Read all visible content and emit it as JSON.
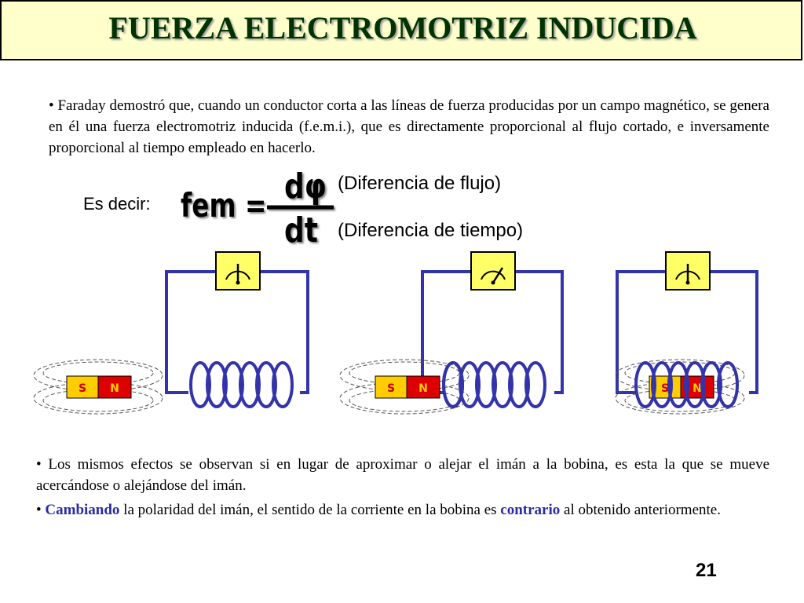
{
  "title": "FUERZA ELECTROMOTRIZ INDUCIDA",
  "paragraph1": "• Faraday demostró que, cuando un conductor corta a las líneas de fuerza producidas por un campo magnético, se genera en él una fuerza electromotriz inducida (f.e.m.i.), que es directamente proporcional al flujo cortado, e inversamente proporcional al tiempo empleado en hacerlo.",
  "formula": {
    "intro": "Es decir:",
    "lhs": "fem =",
    "numerator": "dφ",
    "denominator": "dt",
    "numerator_note": "(Diferencia de flujo)",
    "denominator_note": "(Diferencia de tiempo)"
  },
  "magnet": {
    "south_label": "S",
    "north_label": "N"
  },
  "paragraph2": "• Los mismos efectos se observan si en lugar de aproximar o alejar el imán a la bobina, es esta la que se mueve acercándose o alejándose del imán.",
  "paragraph3": {
    "bullet": "• ",
    "highlight1": "Cambiando",
    "text1": " la polaridad del imán, el sentido de la corriente en la bobina es ",
    "highlight2": "contrario",
    "text2": " al obtenido anteriormente."
  },
  "page_number": "21",
  "colors": {
    "title_bg": "#ffffcc",
    "title_text": "#003300",
    "wire": "#3333aa",
    "meter_bg": "#ffff66",
    "magnet_south": "#ffcc00",
    "magnet_north": "#dd0000",
    "highlight": "#2b2aa3"
  }
}
